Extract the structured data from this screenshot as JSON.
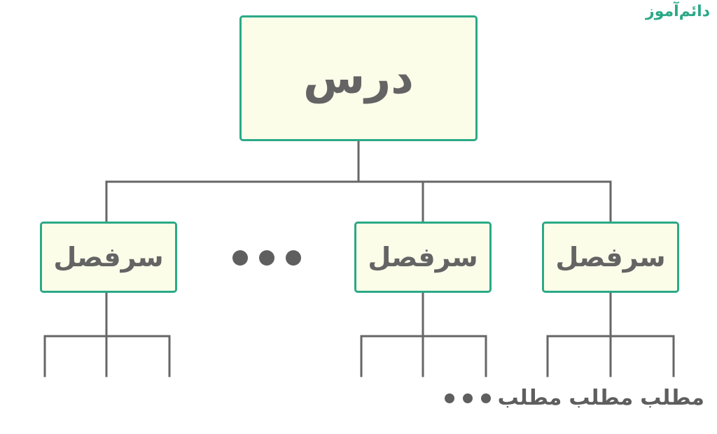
{
  "logo": {
    "text": "دائم‌آموز"
  },
  "tree": {
    "root_label": "درس",
    "chapters": [
      {
        "label": "سرفصل"
      },
      {
        "label": "سرفصل"
      },
      {
        "label": "سرفصل"
      }
    ],
    "topics": [
      {
        "label": "مطلب"
      },
      {
        "label": "مطلب"
      },
      {
        "label": "مطلب"
      }
    ]
  },
  "colors": {
    "node_border": "#2ba987",
    "node_fill": "#fbfde9",
    "connector": "#666666",
    "text": "#646464"
  }
}
